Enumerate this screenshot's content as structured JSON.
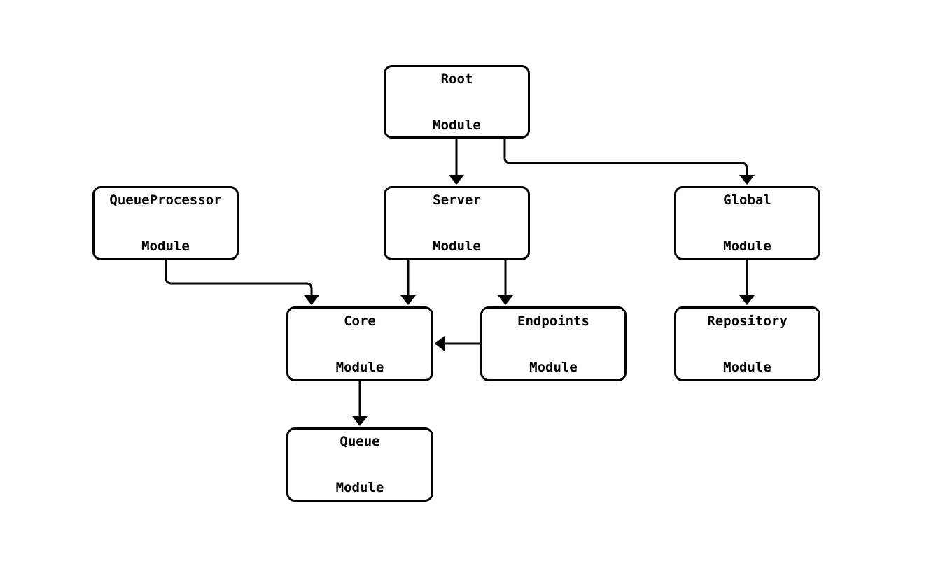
{
  "diagram": {
    "type": "flowchart",
    "colors": {
      "background": "#ffffff",
      "node_fill": "#ffffff",
      "node_border": "#000000",
      "edge_stroke": "#000000",
      "text": "#000000"
    },
    "nodes": [
      {
        "id": "root",
        "line1": "Root",
        "line2": "Module"
      },
      {
        "id": "queueprocessor",
        "line1": "QueueProcessor",
        "line2": "Module"
      },
      {
        "id": "server",
        "line1": "Server",
        "line2": "Module"
      },
      {
        "id": "global",
        "line1": "Global",
        "line2": "Module"
      },
      {
        "id": "core",
        "line1": "Core",
        "line2": "Module"
      },
      {
        "id": "endpoints",
        "line1": "Endpoints",
        "line2": "Module"
      },
      {
        "id": "repository",
        "line1": "Repository",
        "line2": "Module"
      },
      {
        "id": "queue",
        "line1": "Queue",
        "line2": "Module"
      }
    ],
    "edges": [
      {
        "from": "root",
        "to": "server"
      },
      {
        "from": "root",
        "to": "global"
      },
      {
        "from": "queueprocessor",
        "to": "core"
      },
      {
        "from": "server",
        "to": "core"
      },
      {
        "from": "server",
        "to": "endpoints"
      },
      {
        "from": "endpoints",
        "to": "core"
      },
      {
        "from": "core",
        "to": "queue"
      },
      {
        "from": "global",
        "to": "repository"
      }
    ]
  }
}
